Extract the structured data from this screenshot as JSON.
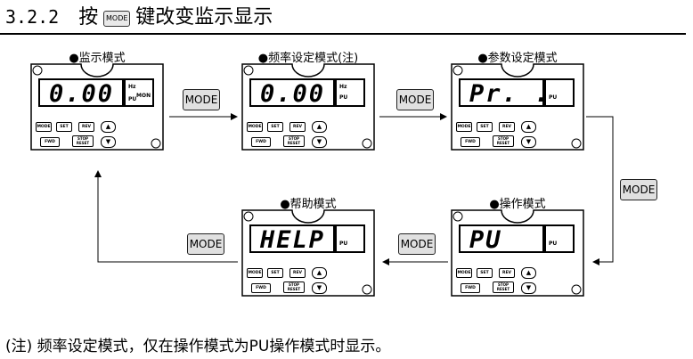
{
  "heading": {
    "number": "3.2.2",
    "prefix": "按",
    "badge": "MODE",
    "suffix": "键改变监示显示"
  },
  "modes": [
    {
      "title": "●监示模式",
      "display": "0.00",
      "indicators": [
        "Hz",
        "MON",
        "PU"
      ]
    },
    {
      "title": "●频率设定模式(注)",
      "display": "0.00",
      "indicators": [
        "Hz",
        "PU"
      ]
    },
    {
      "title": "●参数设定模式",
      "display": "Pr. .",
      "indicators": [
        "PU"
      ]
    },
    {
      "title": "●操作模式",
      "display": "PU",
      "indicators": [
        "PU"
      ]
    },
    {
      "title": "●帮助模式",
      "display": "HELP",
      "indicators": [
        "PU"
      ]
    }
  ],
  "panel_buttons": {
    "mode": "MODE",
    "set": "SET",
    "rev": "REV",
    "fwd": "FWD",
    "stop": "STOP",
    "reset": "RESET",
    "up": "▲",
    "down": "▼"
  },
  "mode_key": "MODE",
  "footnote": "(注) 频率设定模式，仅在操作模式为PU操作模式时显示。"
}
